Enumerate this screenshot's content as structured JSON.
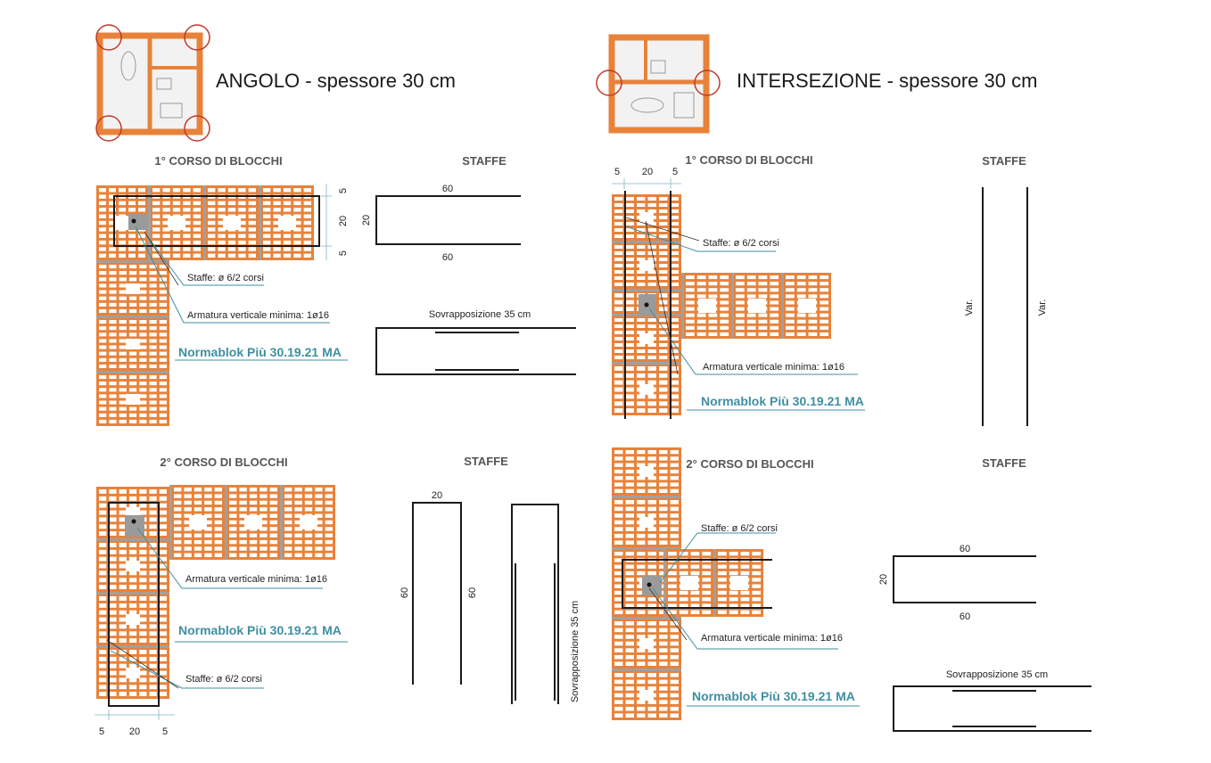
{
  "angolo": {
    "title": "ANGOLO - spessore 30 cm",
    "course1": {
      "heading": "1° CORSO DI BLOCCHI",
      "staffe_label": "Staffe: ø 6/2 corsi",
      "armatura_label": "Armatura verticale minima: 1ø16",
      "product": "Normablok Più 30.19.21 MA",
      "dims": [
        "5",
        "20",
        "5"
      ]
    },
    "staffe1": {
      "heading": "STAFFE",
      "top": "60",
      "bottom": "60",
      "side": "20",
      "overlap": "Sovrapposizione 35 cm"
    },
    "course2": {
      "heading": "2° CORSO DI BLOCCHI",
      "armatura_label": "Armatura verticale minima: 1ø16",
      "product": "Normablok Più 30.19.21 MA",
      "staffe_label": "Staffe: ø 6/2 corsi",
      "dims": [
        "5",
        "20",
        "5"
      ]
    },
    "staffe2": {
      "heading": "STAFFE",
      "top": "20",
      "left": "60",
      "right": "60",
      "overlap": "Sovrapposizione 35 cm"
    }
  },
  "intersezione": {
    "title": "INTERSEZIONE - spessore 30 cm",
    "course1": {
      "heading": "1° CORSO DI BLOCCHI",
      "staffe_label": "Staffe: ø 6/2 corsi",
      "armatura_label": "Armatura verticale minima: 1ø16",
      "product": "Normablok Più 30.19.21 MA",
      "dims": [
        "5",
        "20",
        "5"
      ]
    },
    "staffe1": {
      "heading": "STAFFE",
      "var1": "Var.",
      "var2": "Var."
    },
    "course2": {
      "heading": "2° CORSO DI BLOCCHI",
      "staffe_label": "Staffe: ø 6/2 corsi",
      "armatura_label": "Armatura verticale minima: 1ø16",
      "product": "Normablok Più 30.19.21 MA"
    },
    "staffe2": {
      "heading": "STAFFE",
      "top": "60",
      "bottom": "60",
      "side": "20",
      "overlap": "Sovrapposizione 35 cm"
    }
  },
  "colors": {
    "brick": "#e8823a",
    "mortar": "#a0a0a0",
    "accent": "#3e8fa2",
    "marker": "#c0392b"
  }
}
